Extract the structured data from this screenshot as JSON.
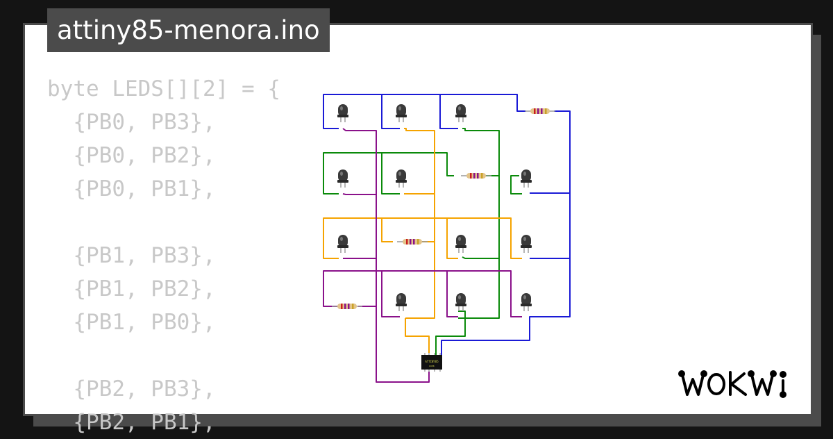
{
  "title": "attiny85-menora.ino",
  "code_lines": [
    "byte LEDS[][2] = {",
    "  {PB0, PB3},",
    "  {PB0, PB2},",
    "  {PB0, PB1},",
    "",
    "  {PB1, PB3},",
    "  {PB1, PB2},",
    "  {PB1, PB0},",
    "",
    "  {PB2, PB3},",
    "  {PB2, PB1},"
  ],
  "brand": "WOKWi",
  "chip_label": "ATTINY85",
  "colors": {
    "background": "#141414",
    "card": "#ffffff",
    "frame": "#4b4b4b",
    "code_text": "#c8c8c8",
    "wire_blue": "#1a1ad6",
    "wire_green": "#0a8a0a",
    "wire_orange": "#f5a300",
    "wire_purple": "#8a118a",
    "led_body": "#3a3a3a",
    "chip": "#111111"
  },
  "icons": [
    "led-icon",
    "resistor-icon",
    "attiny85-chip-icon",
    "wokwi-logo"
  ]
}
